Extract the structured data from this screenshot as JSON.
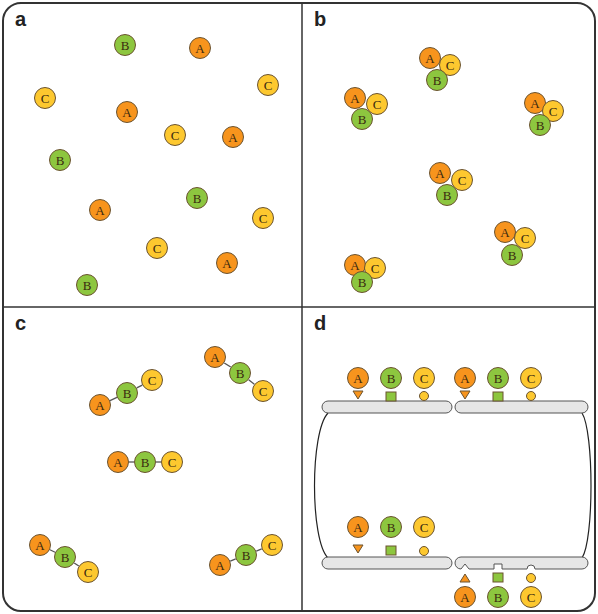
{
  "diagram": {
    "nodes": [
      {
        "text": [
          "a"
        ]
      },
      {
        "text": [
          "B"
        ],
        "in": 0
      },
      {
        "text": [
          "A"
        ],
        "in": 0
      },
      {
        "text": [
          "C"
        ],
        "in": 0
      },
      {
        "text": [
          "C"
        ],
        "in": 0
      },
      {
        "text": [
          "A"
        ],
        "in": 0
      },
      {
        "text": [
          "C"
        ],
        "in": 0
      },
      {
        "text": [
          "A"
        ],
        "in": 0
      },
      {
        "text": [
          "B"
        ],
        "in": 0
      },
      {
        "text": [
          "B"
        ],
        "in": 0
      },
      {
        "text": [
          "A"
        ],
        "in": 0
      },
      {
        "text": [
          "C"
        ],
        "in": 0
      },
      {
        "text": [
          "C"
        ],
        "in": 0
      },
      {
        "text": [
          "A"
        ],
        "in": 0
      },
      {
        "text": [
          "B"
        ],
        "in": 0
      },
      {
        "text": [
          "b"
        ]
      },
      {
        "text": [
          "A"
        ],
        "in": 15
      },
      {
        "text": [
          "C"
        ],
        "in": 15
      },
      {
        "text": [
          "B"
        ],
        "in": 15
      },
      {
        "text": [
          "A"
        ],
        "in": 15
      },
      {
        "text": [
          "C"
        ],
        "in": 15
      },
      {
        "text": [
          "B"
        ],
        "in": 15
      },
      {
        "text": [
          "A"
        ],
        "in": 15
      },
      {
        "text": [
          "C"
        ],
        "in": 15
      },
      {
        "text": [
          "B"
        ],
        "in": 15
      },
      {
        "text": [
          "A"
        ],
        "in": 15
      },
      {
        "text": [
          "C"
        ],
        "in": 15
      },
      {
        "text": [
          "B"
        ],
        "in": 15
      },
      {
        "text": [
          "A"
        ],
        "in": 15
      },
      {
        "text": [
          "C"
        ],
        "in": 15
      },
      {
        "text": [
          "B"
        ],
        "in": 15
      },
      {
        "text": [
          "A"
        ],
        "in": 15
      },
      {
        "text": [
          "C"
        ],
        "in": 15
      },
      {
        "text": [
          "B"
        ],
        "in": 15
      },
      {
        "text": [
          "c"
        ]
      },
      {
        "text": [
          "A"
        ],
        "in": 34
      },
      {
        "text": [
          "B"
        ],
        "in": 34
      },
      {
        "text": [
          "C"
        ],
        "in": 34
      },
      {
        "text": [
          "A"
        ],
        "in": 34
      },
      {
        "text": [
          "B"
        ],
        "in": 34
      },
      {
        "text": [
          "C"
        ],
        "in": 34
      },
      {
        "text": [
          "A"
        ],
        "in": 34
      },
      {
        "text": [
          "B"
        ],
        "in": 34
      },
      {
        "text": [
          "C"
        ],
        "in": 34
      },
      {
        "text": [
          "A"
        ],
        "in": 34
      },
      {
        "text": [
          "B"
        ],
        "in": 34
      },
      {
        "text": [
          "C"
        ],
        "in": 34
      },
      {
        "text": [
          "A"
        ],
        "in": 34
      },
      {
        "text": [
          "B"
        ],
        "in": 34
      },
      {
        "text": [
          "C"
        ],
        "in": 34
      },
      {
        "text": [
          "d"
        ]
      },
      {
        "text": [
          "A"
        ],
        "in": 50
      },
      {
        "text": [
          "B"
        ],
        "in": 50
      },
      {
        "text": [
          "C"
        ],
        "in": 50
      },
      {
        "text": [
          "A"
        ],
        "in": 50
      },
      {
        "text": [
          "B"
        ],
        "in": 50
      },
      {
        "text": [
          "C"
        ],
        "in": 50
      },
      {
        "text": [
          "A"
        ],
        "in": 50
      },
      {
        "text": [
          "B"
        ],
        "in": 50
      },
      {
        "text": [
          "C"
        ],
        "in": 50
      },
      {
        "text": [
          "A"
        ],
        "in": 50
      },
      {
        "text": [
          "B"
        ],
        "in": 50
      },
      {
        "text": [
          "C"
        ],
        "in": 50
      }
    ],
    "edges": [
      {
        "from": 35,
        "to": 36,
        "arrow": "none"
      },
      {
        "from": 36,
        "to": 37,
        "arrow": "none"
      },
      {
        "from": 38,
        "to": 39,
        "arrow": "none"
      },
      {
        "from": 39,
        "to": 40,
        "arrow": "none"
      },
      {
        "from": 41,
        "to": 42,
        "arrow": "none"
      },
      {
        "from": 42,
        "to": 43,
        "arrow": "none"
      },
      {
        "from": 44,
        "to": 45,
        "arrow": "none"
      },
      {
        "from": 45,
        "to": 46,
        "arrow": "none"
      },
      {
        "from": 47,
        "to": 48,
        "arrow": "none"
      },
      {
        "from": 48,
        "to": 49,
        "arrow": "none"
      }
    ]
  }
}
